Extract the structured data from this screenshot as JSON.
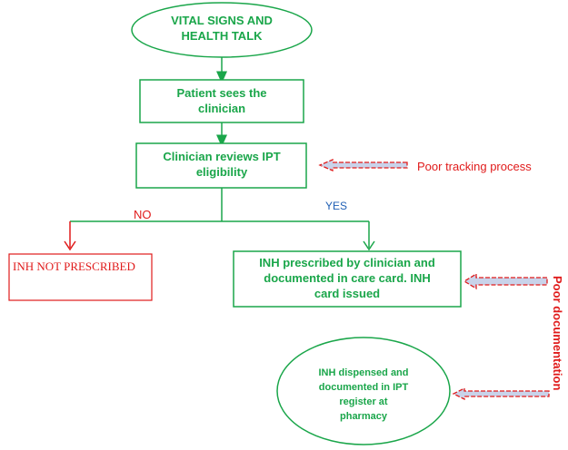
{
  "nodes": {
    "vital_signs": [
      "VITAL SIGNS AND",
      "HEALTH TALK"
    ],
    "patient_sees": [
      "Patient sees the",
      "clinician"
    ],
    "reviews_ipt": [
      "Clinician reviews IPT",
      "eligibility"
    ],
    "inh_not_prescribed": "INH NOT PRESCRIBED",
    "inh_prescribed": [
      "INH prescribed by clinician and",
      "documented in care card. INH",
      "card issued"
    ],
    "inh_dispensed": [
      "INH dispensed and",
      "documented in IPT",
      "register at",
      "pharmacy"
    ]
  },
  "branches": {
    "no": "NO",
    "yes": "YES"
  },
  "annotations": {
    "poor_tracking": "Poor tracking process",
    "poor_documentation": "Poor documentation"
  },
  "colors": {
    "flow": "#1aa64a",
    "problem": "#e01b1b",
    "yes_label": "#1f5fb4",
    "callout_fill": "#c9d3ea"
  }
}
